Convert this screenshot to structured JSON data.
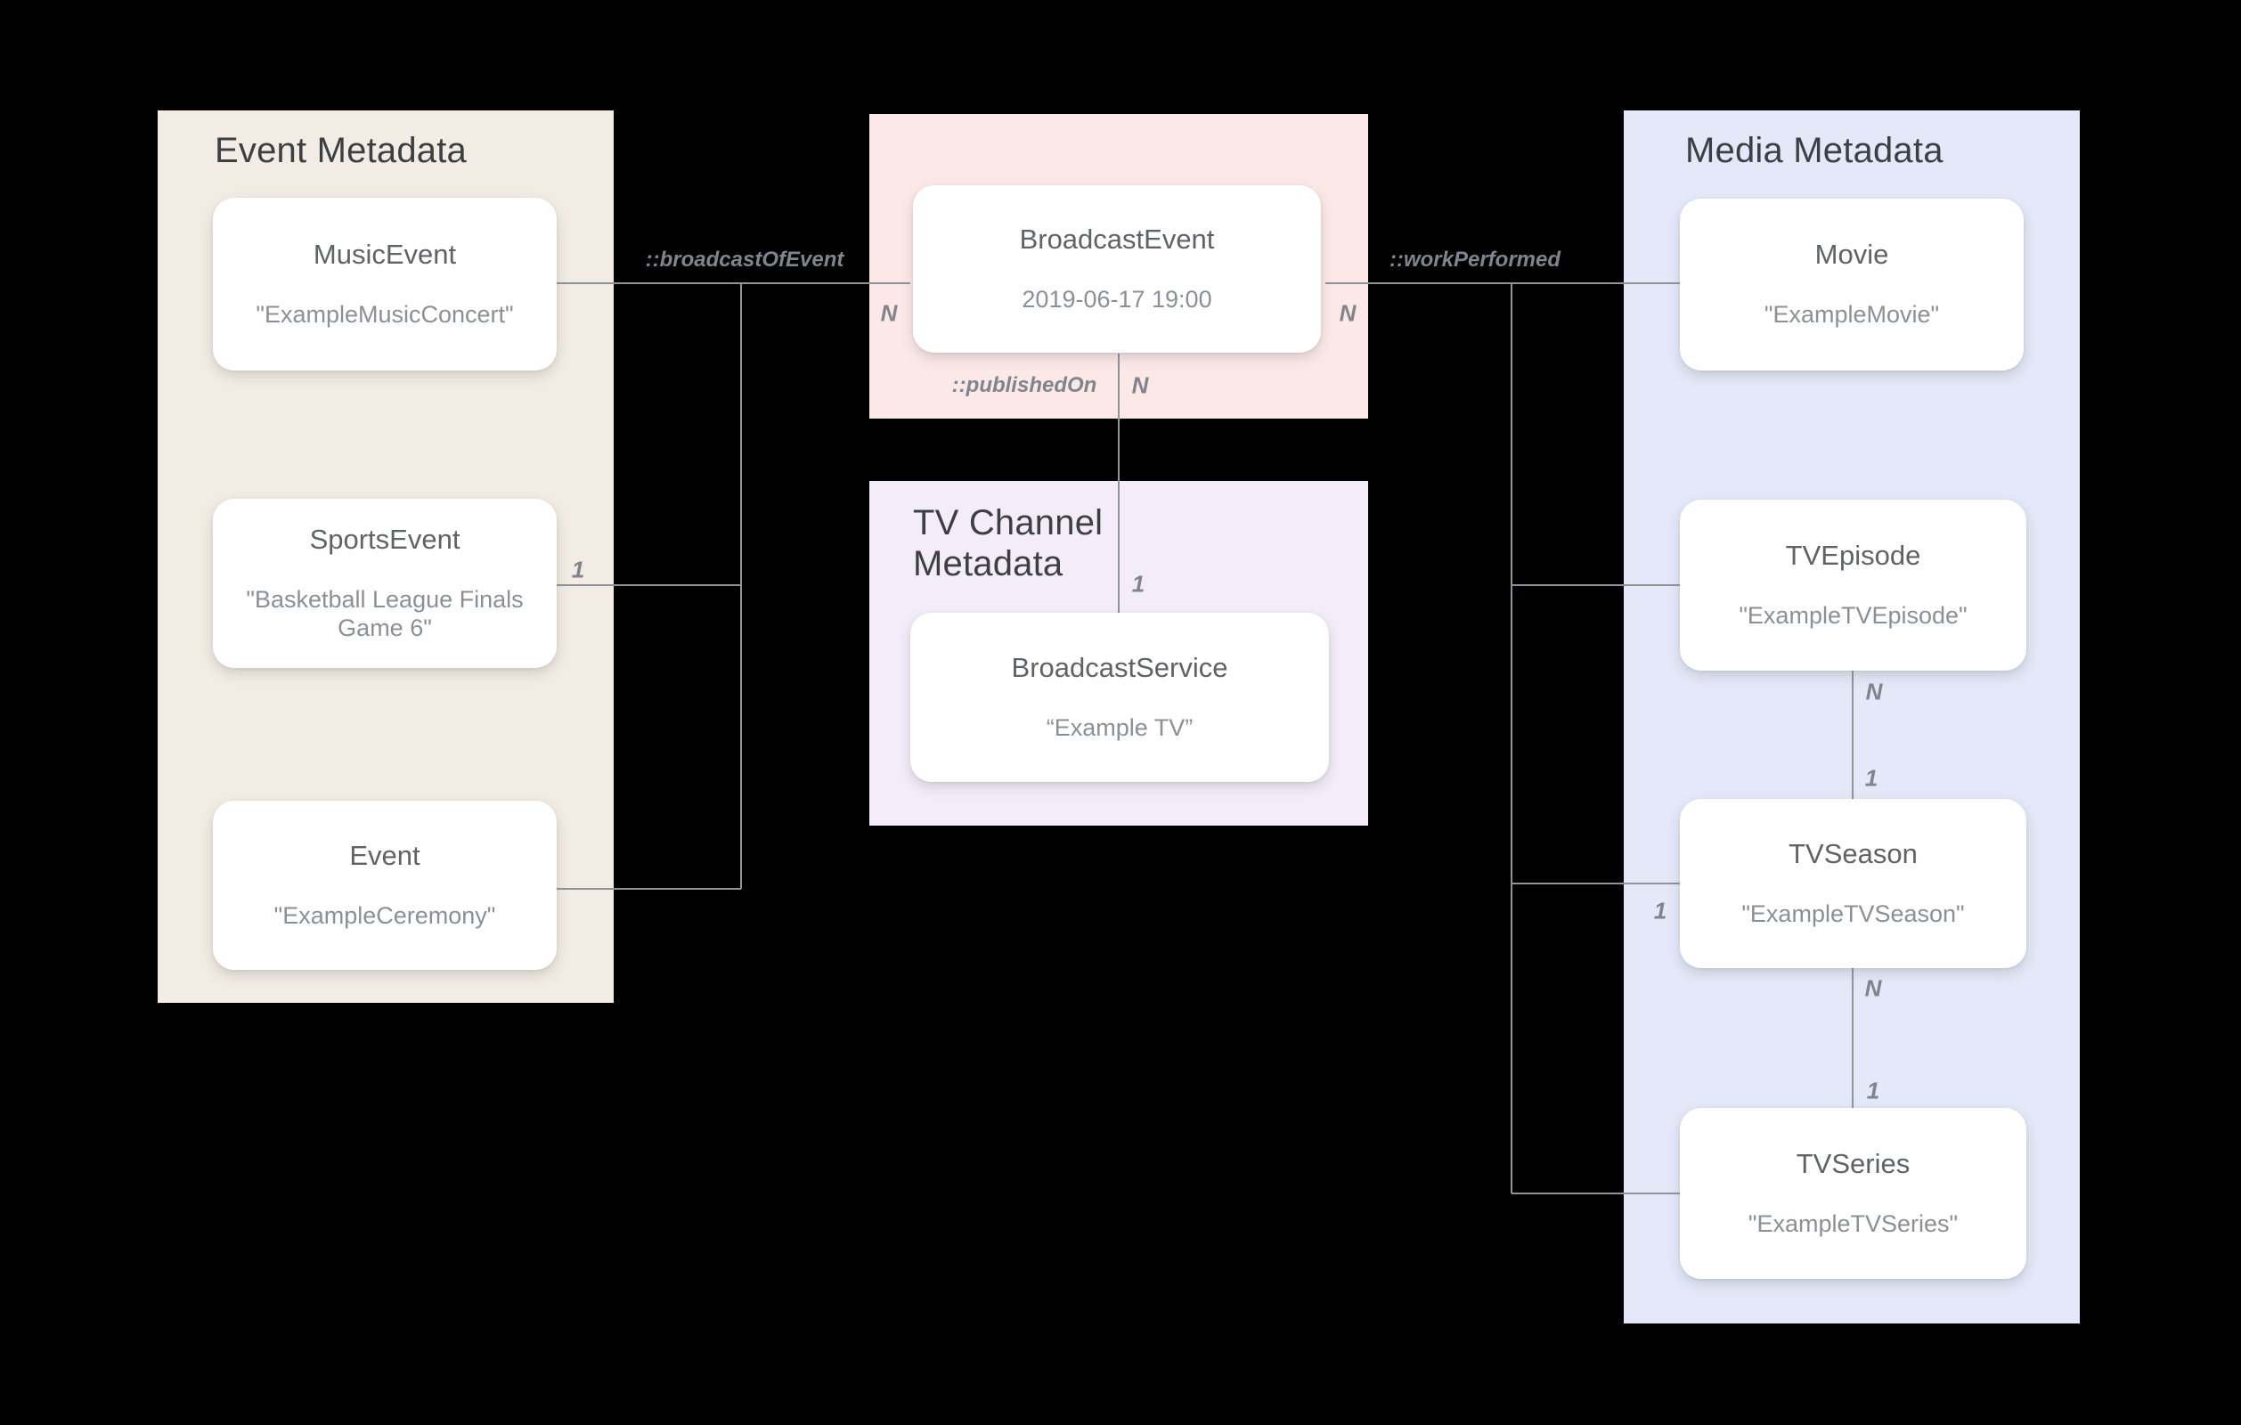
{
  "diagram_title": "Schema relationship diagram for broadcast, event and media metadata",
  "colors": {
    "background": "#000000",
    "event_panel": "#f2ece4",
    "broadcast_panel": "#fce8e7",
    "tv_channel_panel": "#f4edf9",
    "media_panel": "#e3e9f8",
    "connector": "#8f9499",
    "panel_title": "#3c4043",
    "node_title": "#5f6368",
    "node_subtitle": "#8a9097",
    "edge_label": "#7f858c"
  },
  "panels": {
    "event": {
      "title": "Event Metadata"
    },
    "tv_channel": {
      "title": "TV Channel\nMetadata"
    },
    "media": {
      "title": "Media Metadata"
    }
  },
  "nodes": {
    "music_event": {
      "title": "MusicEvent",
      "subtitle": "\"ExampleMusicConcert\""
    },
    "sports_event": {
      "title": "SportsEvent",
      "subtitle": "\"Basketball League Finals Game 6\""
    },
    "event": {
      "title": "Event",
      "subtitle": "\"ExampleCeremony\""
    },
    "broadcast_event": {
      "title": "BroadcastEvent",
      "subtitle": "2019-06-17 19:00"
    },
    "broadcast_service": {
      "title": "BroadcastService",
      "subtitle": "“Example TV”"
    },
    "movie": {
      "title": "Movie",
      "subtitle": "\"ExampleMovie\""
    },
    "tv_episode": {
      "title": "TVEpisode",
      "subtitle": "\"ExampleTVEpisode\""
    },
    "tv_season": {
      "title": "TVSeason",
      "subtitle": "\"ExampleTVSeason\""
    },
    "tv_series": {
      "title": "TVSeries",
      "subtitle": "\"ExampleTVSeries\""
    }
  },
  "edges": {
    "broadcast_of_event": {
      "label": "::broadcastOfEvent"
    },
    "work_performed": {
      "label": "::workPerformed"
    },
    "published_on": {
      "label": "::publishedOn"
    }
  },
  "cardinalities": {
    "broadcast_of_event_n": "N",
    "sports_event_1": "1",
    "work_performed_n": "N",
    "published_on_n": "N",
    "broadcast_service_1": "1",
    "tv_season_1": "1",
    "episode_to_season_n": "N",
    "episode_to_season_1": "1",
    "season_to_series_n": "N",
    "season_to_series_1": "1"
  }
}
